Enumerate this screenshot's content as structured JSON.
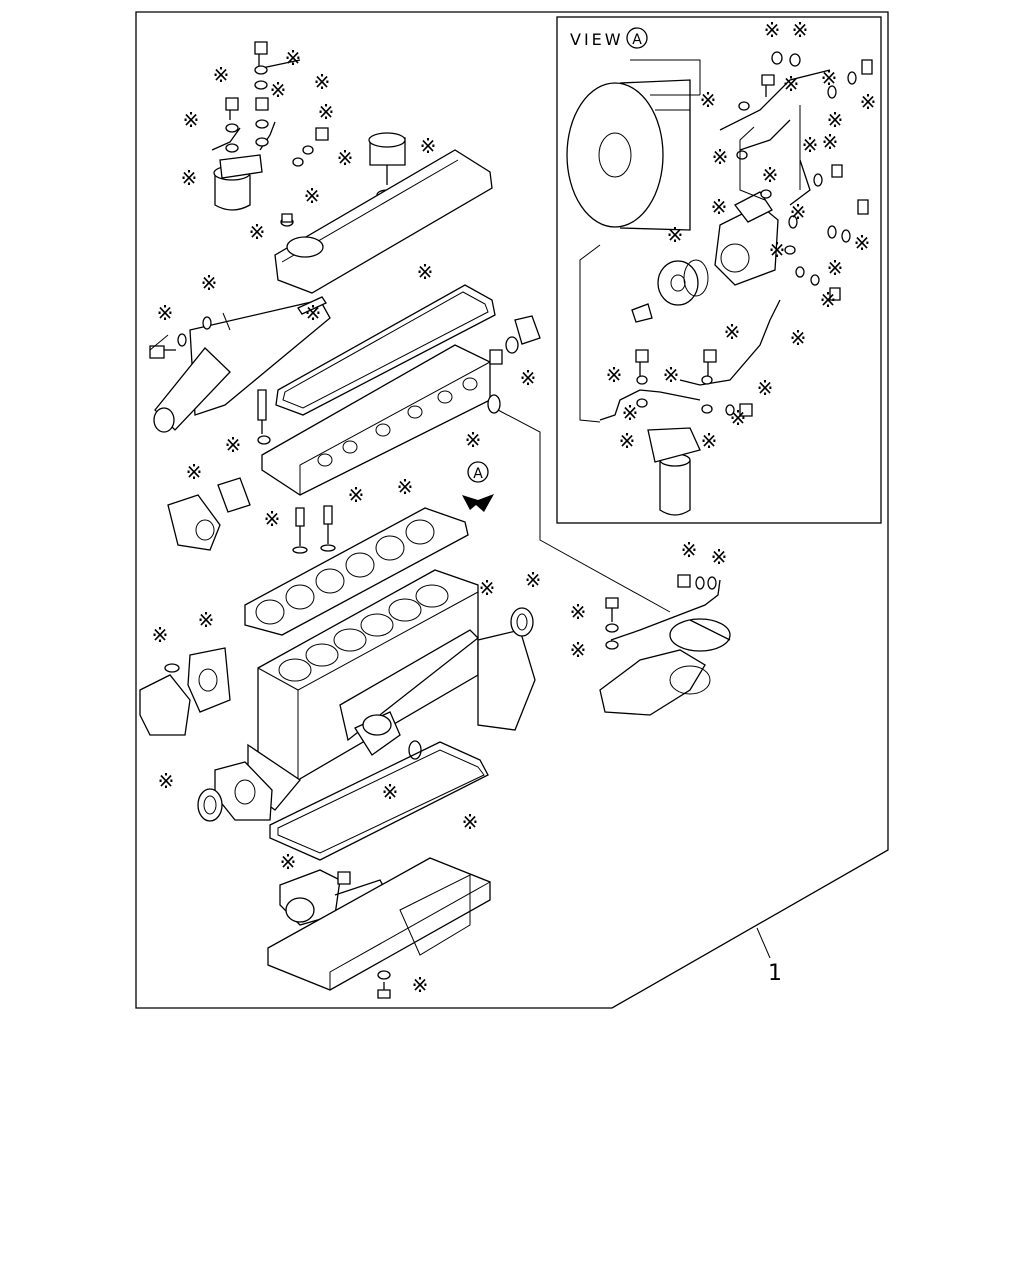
{
  "view_label": "VIEW",
  "view_marker": "A",
  "direction_marker": "A",
  "callout_number": "1",
  "kit_marker_symbol": "※"
}
